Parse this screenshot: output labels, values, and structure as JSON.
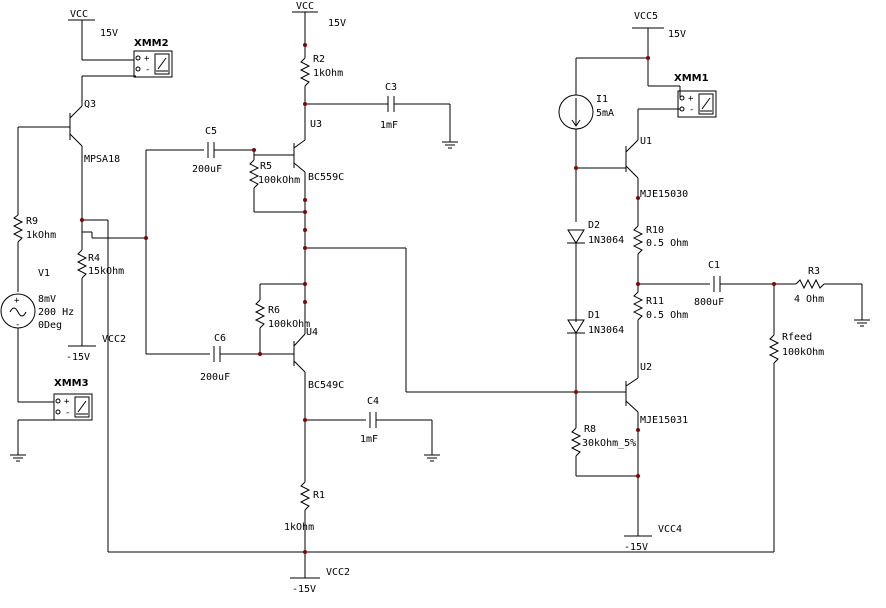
{
  "labels": {
    "vcc_left": "VCC",
    "v15_left": "15V",
    "xmm2": "XMM2",
    "q3": "Q3",
    "mpsa18": "MPSA18",
    "r9": "R9",
    "r9_val": "1kOhm",
    "v1": "V1",
    "v1_amp": "8mV",
    "v1_freq": "200 Hz",
    "v1_phase": "0Deg",
    "r4": "R4",
    "r4_val": "15kOhm",
    "m15_left": "-15V",
    "vcc2_left": "VCC2",
    "xmm3": "XMM3",
    "vcc_mid": "VCC",
    "v15_mid": "15V",
    "r2": "R2",
    "r2_val": "1kOhm",
    "c3": "C3",
    "c3_val": "1mF",
    "u3": "U3",
    "c5": "C5",
    "c5_val": "200uF",
    "r5": "R5",
    "r5_val": "100kOhm",
    "bc559c": "BC559C",
    "r6": "R6",
    "r6_val": "100kOhm",
    "u4": "U4",
    "c6": "C6",
    "c6_val": "200uF",
    "bc549c": "BC549C",
    "c4": "C4",
    "c4_val": "1mF",
    "r1": "R1",
    "r1_val": "1kOhm",
    "vcc2_bottom": "VCC2",
    "m15_bottom": "-15V",
    "vcc5": "VCC5",
    "v15_right": "15V",
    "xmm1": "XMM1",
    "i1": "I1",
    "i1_val": "5mA",
    "u1": "U1",
    "mje15030": "MJE15030",
    "d2": "D2",
    "d2_val": "1N3064",
    "r10": "R10",
    "r10_val": "0.5 Ohm",
    "c1": "C1",
    "c1_val": "800uF",
    "r3": "R3",
    "r3_val": "4 Ohm",
    "d1": "D1",
    "d1_val": "1N3064",
    "r11": "R11",
    "r11_val": "0.5 Ohm",
    "rfeed": "Rfeed",
    "rfeed_val": "100kOhm",
    "u2": "U2",
    "mje15031": "MJE15031",
    "r8": "R8",
    "r8_val": "30kOhm_5%",
    "vcc4": "VCC4",
    "m15_right": "-15V"
  },
  "colors": {
    "wire": "#000000",
    "junction": "#8b0000",
    "background": "#ffffff"
  }
}
